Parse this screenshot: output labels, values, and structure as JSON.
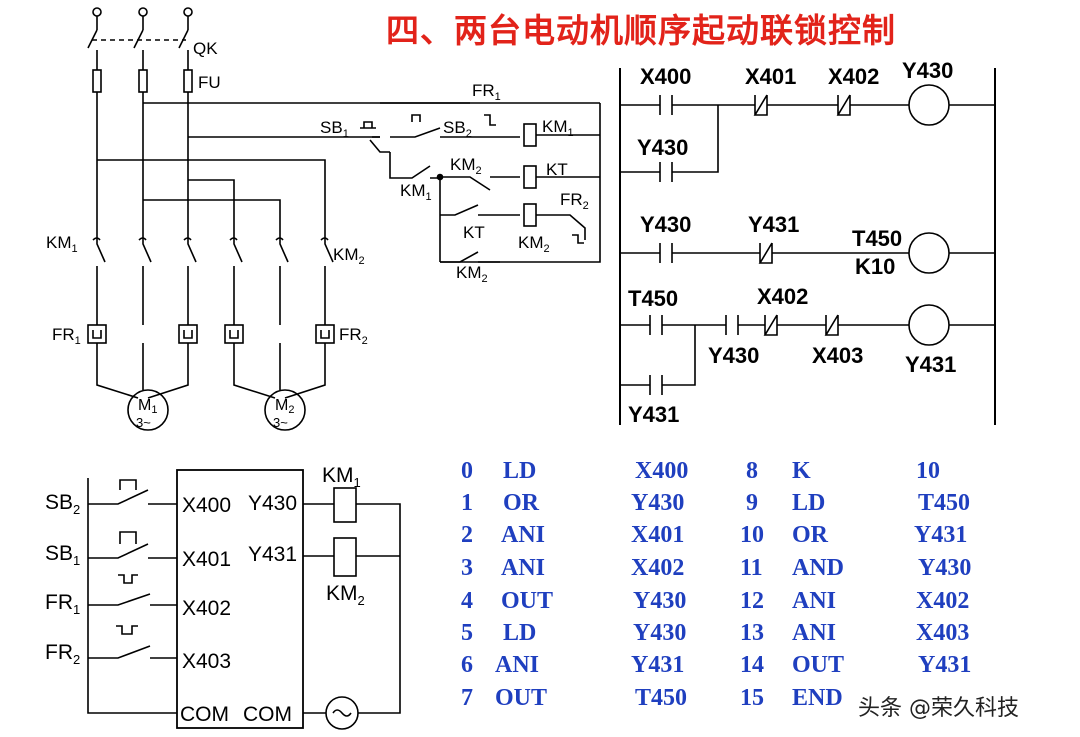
{
  "title": "四、两台电动机顺序起动联锁控制",
  "watermark": "头条 @荣久科技",
  "power_circuit": {
    "switch_label": "QK",
    "fuse_label": "FU",
    "contactor_labels": [
      "KM1",
      "KM2"
    ],
    "overload_labels": [
      "FR1",
      "FR2"
    ],
    "motors": [
      {
        "name": "M1",
        "phase": "3~"
      },
      {
        "name": "M2",
        "phase": "3~"
      }
    ]
  },
  "control_circuit": {
    "labels": [
      "SB1",
      "SB2",
      "FR1",
      "KM1",
      "KM1",
      "KM2",
      "KT",
      "FR2",
      "KT",
      "KM2",
      "KM2"
    ]
  },
  "ladder": {
    "rungs": [
      {
        "contacts": [
          "X400",
          "X401",
          "X402"
        ],
        "parallel": "Y430",
        "coil": "Y430"
      },
      {
        "contacts": [
          "Y430",
          "Y431"
        ],
        "coil": "T450",
        "preset": "K10"
      },
      {
        "contacts": [
          "T450",
          "Y430",
          "X402",
          "X403"
        ],
        "parallel": "Y431",
        "coil": "Y431"
      }
    ]
  },
  "plc_wiring": {
    "inputs": [
      {
        "device": "SB2",
        "terminal": "X400"
      },
      {
        "device": "SB1",
        "terminal": "X401"
      },
      {
        "device": "FR1",
        "terminal": "X402"
      },
      {
        "device": "FR2",
        "terminal": "X403"
      }
    ],
    "outputs": [
      {
        "terminal": "Y430",
        "device": "KM1"
      },
      {
        "terminal": "Y431",
        "device": "KM2"
      }
    ],
    "com_labels": [
      "COM",
      "COM"
    ]
  },
  "program": {
    "left": [
      {
        "step": "0",
        "op": "LD",
        "operand": "X400"
      },
      {
        "step": "1",
        "op": "OR",
        "operand": "Y430"
      },
      {
        "step": "2",
        "op": "ANI",
        "operand": "X401"
      },
      {
        "step": "3",
        "op": "ANI",
        "operand": "X402"
      },
      {
        "step": "4",
        "op": "OUT",
        "operand": "Y430"
      },
      {
        "step": "5",
        "op": "LD",
        "operand": "Y430"
      },
      {
        "step": "6",
        "op": "ANI",
        "operand": "Y431"
      },
      {
        "step": "7",
        "op": "OUT",
        "operand": "T450"
      }
    ],
    "right": [
      {
        "step": "8",
        "op": "K",
        "operand": "10"
      },
      {
        "step": "9",
        "op": "LD",
        "operand": "T450"
      },
      {
        "step": "10",
        "op": "OR",
        "operand": "Y431"
      },
      {
        "step": "11",
        "op": "AND",
        "operand": "Y430"
      },
      {
        "step": "12",
        "op": "ANI",
        "operand": "X402"
      },
      {
        "step": "13",
        "op": "ANI",
        "operand": "X403"
      },
      {
        "step": "14",
        "op": "OUT",
        "operand": "Y431"
      },
      {
        "step": "15",
        "op": "END",
        "operand": ""
      }
    ]
  },
  "colors": {
    "title": "#e2231a",
    "program_text": "#1f3fbf",
    "lines": "#000000"
  }
}
